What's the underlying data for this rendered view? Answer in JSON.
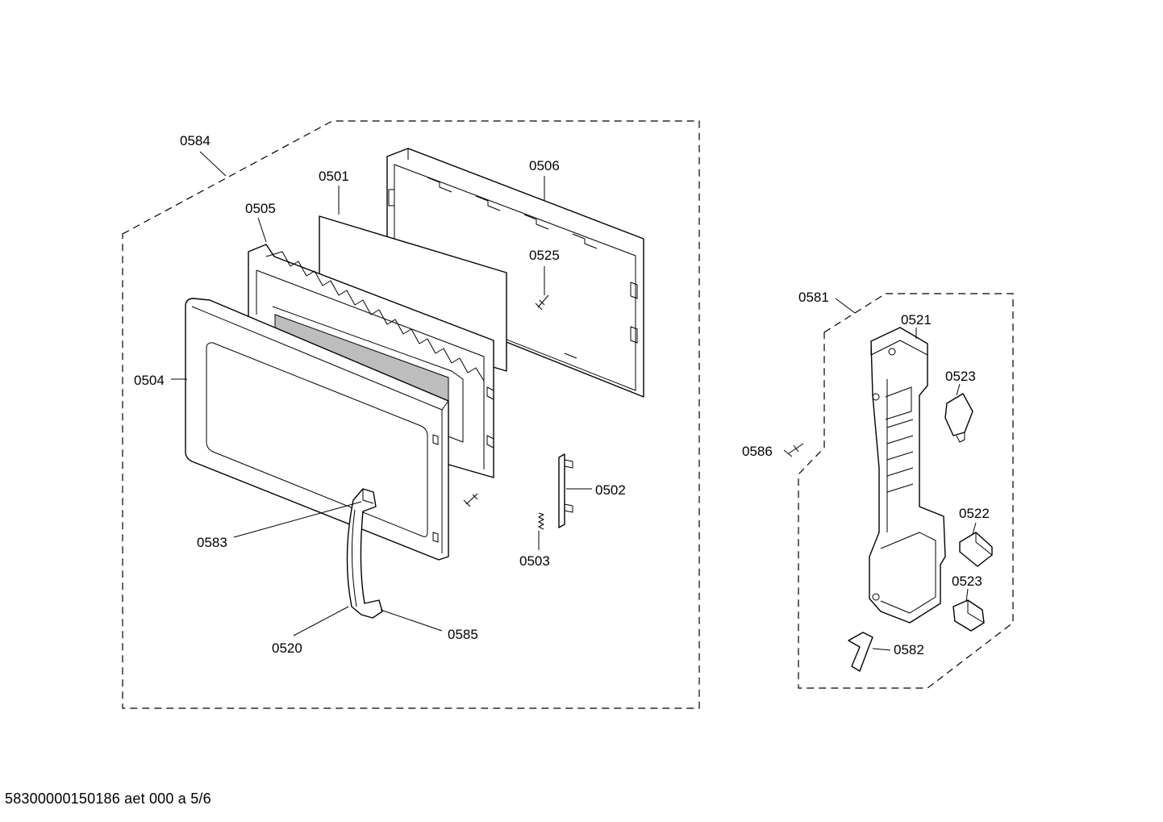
{
  "document_id": "58300000150186 aet 000 a 5/6",
  "callouts": {
    "c0584": "0584",
    "c0501": "0501",
    "c0506": "0506",
    "c0505": "0505",
    "c0525": "0525",
    "c0504": "0504",
    "c0502": "0502",
    "c0583": "0583",
    "c0503": "0503",
    "c0520": "0520",
    "c0585": "0585",
    "c0581": "0581",
    "c0521": "0521",
    "c0523a": "0523",
    "c0586": "0586",
    "c0522": "0522",
    "c0523b": "0523",
    "c0582": "0582"
  }
}
